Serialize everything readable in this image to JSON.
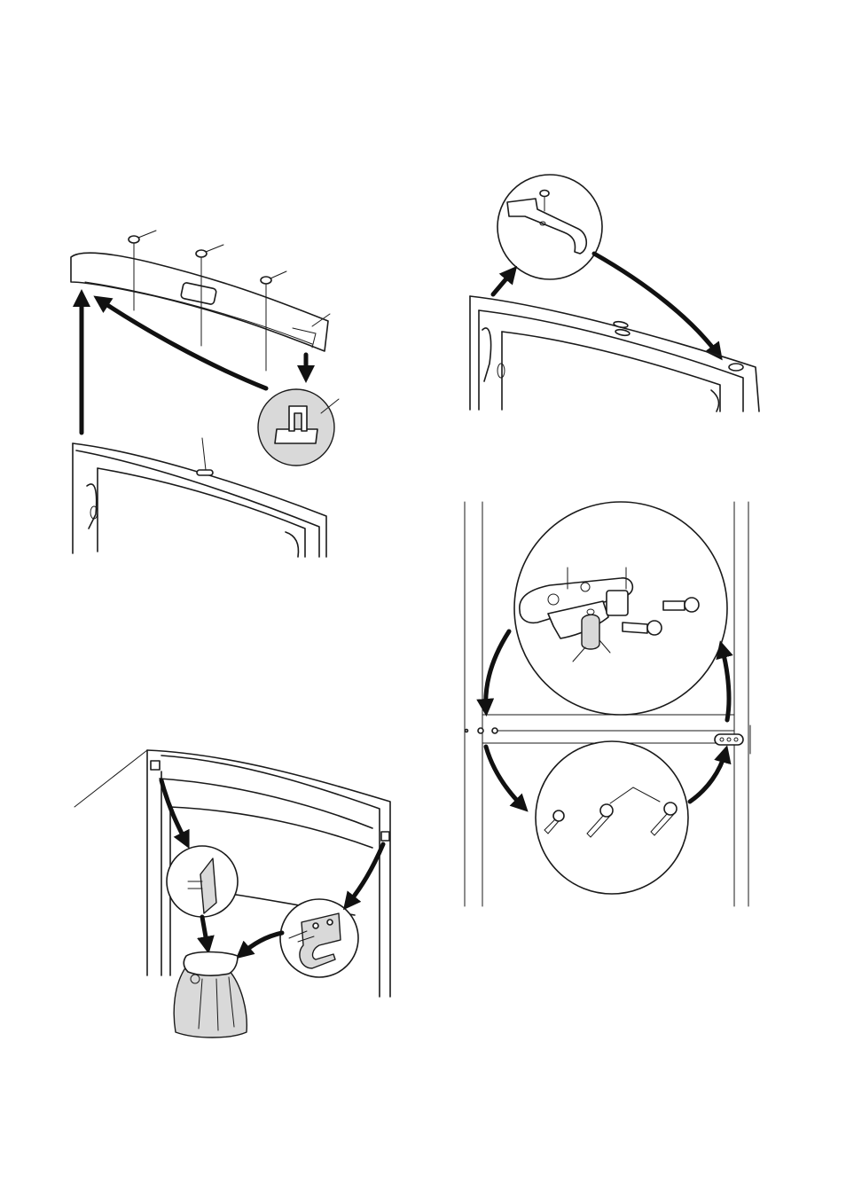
{
  "page": {
    "background": "#ffffff",
    "line_color": "#1a1a1a",
    "fill_gray": "#d9d9d9"
  },
  "figures": [
    {
      "id": "top-cover-removal",
      "callouts": []
    },
    {
      "id": "upper-hinge-cover",
      "callouts": []
    },
    {
      "id": "door-accessories-bag",
      "callouts": []
    },
    {
      "id": "middle-hinge-detail",
      "callouts": []
    }
  ]
}
